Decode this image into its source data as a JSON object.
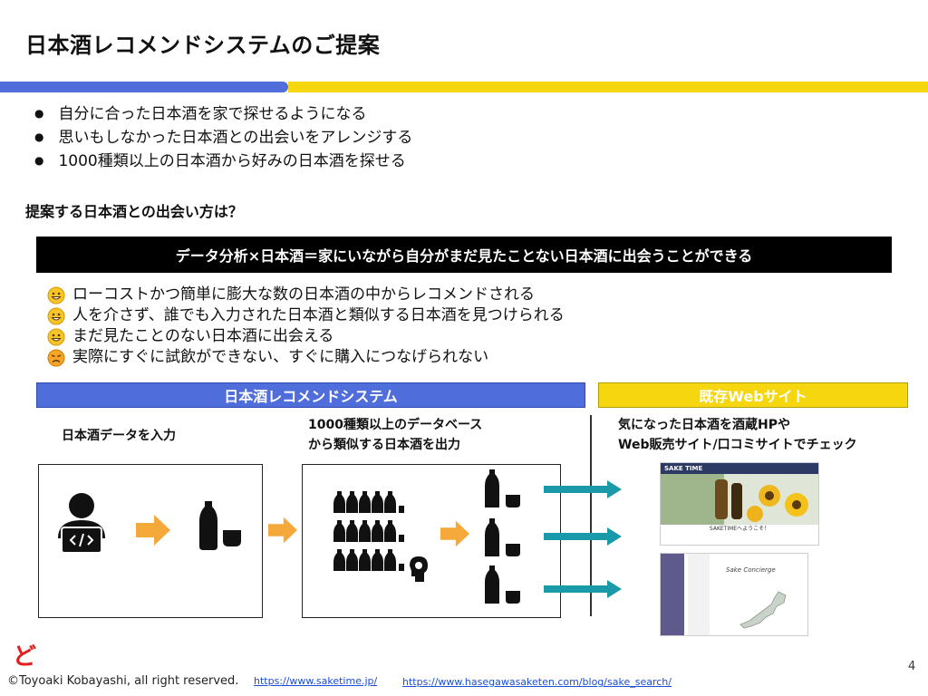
{
  "slide": {
    "title": "日本酒レコメンドシステムのご提案",
    "bullets": [
      "自分に合った日本酒を家で探せるようになる",
      "思いもしなかった日本酒との出会いをアレンジする",
      "1000種類以上の日本酒から好みの日本酒を探せる"
    ],
    "question": "提案する日本酒との出会い方は？",
    "banner": "データ分析×日本酒＝家にいながら自分がまだ見たことない日本酒に出会うことができる",
    "merits": [
      {
        "icon": "smiley-face-icon",
        "text": "ローコストかつ簡単に膨大な数の日本酒の中からレコメンドされる"
      },
      {
        "icon": "smiley-face-icon",
        "text": "人を介さず、誰でも入力された日本酒と類似する日本酒を見つけられる"
      },
      {
        "icon": "smiley-face-icon",
        "text": "まだ見たことのない日本酒に出会える"
      },
      {
        "icon": "frowning-face-icon",
        "text": "実際にすぐに試飲ができない、すぐに購入につなげられない"
      }
    ],
    "system_header": "日本酒レコメンドシステム",
    "web_header": "既存Webサイト",
    "step1_label": "日本酒データを入力",
    "step2_label_1": "1000種類以上のデータベース",
    "step2_label_2": "から類似する日本酒を出力",
    "step3_label_1": "気になった日本酒を酒蔵HPや",
    "step3_label_2": "Web販売サイト/口コミサイトでチェック",
    "site1_brand": "SAKE TIME",
    "site1_welcome": "SAKETIMEへようこそ！",
    "site2_brand": "Sake Concierge",
    "footer": "©Toyoaki Kobayashi, all right reserved.",
    "logo_char": "ど",
    "link1": "https://www.saketime.jp/",
    "link2": "https://www.hasegawasaketen.com/blog/sake_search/",
    "page_number": "4"
  },
  "colors": {
    "accent_blue": "#4f6ddb",
    "accent_yellow": "#f5d60f",
    "arrow_orange": "#f6a93b",
    "arrow_teal": "#1a9aa8",
    "logo_red": "#e02020"
  }
}
